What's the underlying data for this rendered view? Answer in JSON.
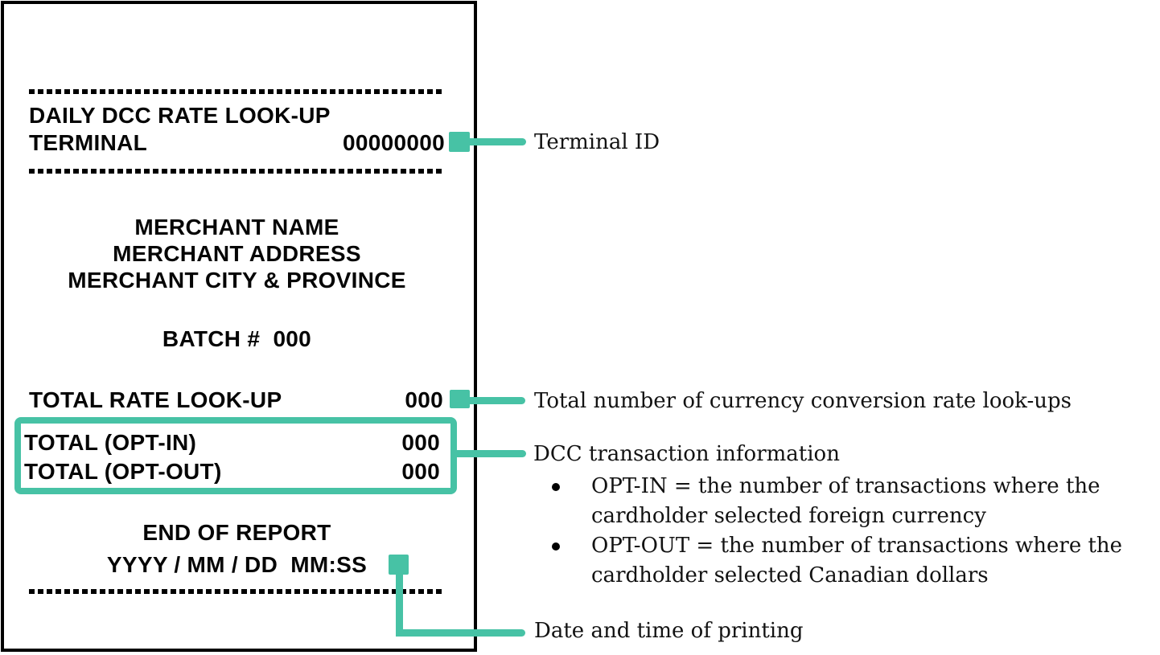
{
  "theme": {
    "accent": "#47c2a5",
    "ink": "#000000"
  },
  "receipt": {
    "title": "DAILY DCC RATE LOOK-UP",
    "terminal_label": "TERMINAL",
    "terminal_value": "00000000",
    "merchant": {
      "name": "MERCHANT NAME",
      "address": "MERCHANT ADDRESS",
      "city_province": "MERCHANT CITY & PROVINCE"
    },
    "batch_line": "BATCH #  000",
    "total_rate": {
      "label": "TOTAL RATE LOOK-UP",
      "value": "000"
    },
    "opt_in": {
      "label": "TOTAL (OPT-IN)",
      "value": "000"
    },
    "opt_out": {
      "label": "TOTAL (OPT-OUT)",
      "value": "000"
    },
    "end_of_report": "END OF REPORT",
    "datetime_line": "YYYY / MM / DD  MM:SS"
  },
  "annotations": {
    "terminal_id": "Terminal ID",
    "total_rate_lookups": "Total number of currency conversion rate look-ups",
    "dcc_info_title": "DCC transaction information",
    "bullets": [
      "OPT-IN = the number of transactions where the cardholder selected foreign currency",
      "OPT-OUT = the number of transactions where the cardholder selected Canadian dollars"
    ],
    "datetime": "Date and time of printing"
  }
}
